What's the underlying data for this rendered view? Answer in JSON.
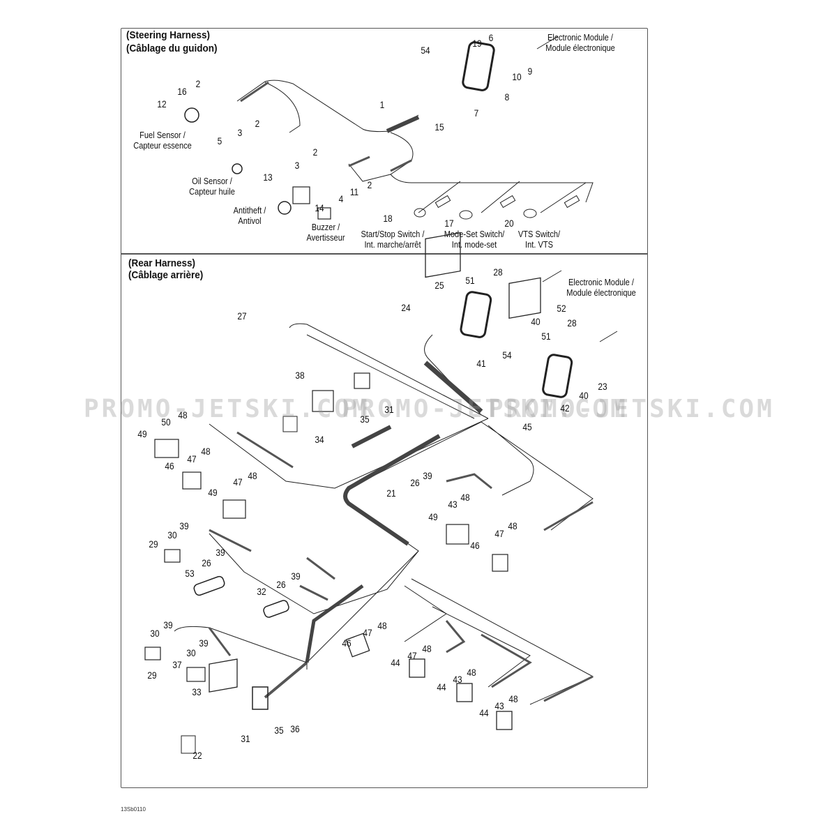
{
  "steering": {
    "title_en": "(Steering Harness)",
    "title_fr": "(Câblage du guidon)",
    "labels": [
      [
        "Electronic Module /",
        "Module électronique"
      ],
      [
        "Fuel Sensor /",
        "Capteur essence"
      ],
      [
        "Oil Sensor /",
        "Capteur huile"
      ],
      [
        "Antitheft /",
        "Antivol"
      ],
      [
        "Buzzer /",
        "Avertisseur"
      ],
      [
        "Start/Stop Switch /",
        "Int. marche/arrêt"
      ],
      [
        "Mode-Set Switch/",
        "Int. mode-set"
      ],
      [
        "VTS Switch/",
        "Int. VTS"
      ]
    ],
    "callouts": [
      "54",
      "6",
      "19",
      "10",
      "9",
      "8",
      "7",
      "1",
      "15",
      "16",
      "2",
      "12",
      "3",
      "2",
      "5",
      "2",
      "3",
      "13",
      "14",
      "11",
      "2",
      "4",
      "18",
      "17",
      "20"
    ]
  },
  "rear": {
    "title_en": "(Rear Harness)",
    "title_fr": "(Câblage arrière)",
    "labels": [
      [
        "Electronic Module /",
        "Module électronique"
      ]
    ],
    "callouts": [
      "28",
      "51",
      "25",
      "52",
      "24",
      "40",
      "27",
      "28",
      "51",
      "54",
      "41",
      "23",
      "40",
      "38",
      "31",
      "35",
      "42",
      "45",
      "34",
      "48",
      "50",
      "49",
      "48",
      "47",
      "46",
      "48",
      "47",
      "49",
      "39",
      "26",
      "21",
      "48",
      "43",
      "49",
      "48",
      "47",
      "46",
      "39",
      "30",
      "29",
      "39",
      "26",
      "53",
      "39",
      "26",
      "32",
      "48",
      "47",
      "46",
      "48",
      "47",
      "44",
      "48",
      "43",
      "44",
      "48",
      "43",
      "44",
      "39",
      "30",
      "39",
      "30",
      "29",
      "37",
      "33",
      "31",
      "35",
      "36",
      "22"
    ]
  },
  "watermark": "PROMO-JETSKI.COM",
  "footer_code": "13Sb0110"
}
